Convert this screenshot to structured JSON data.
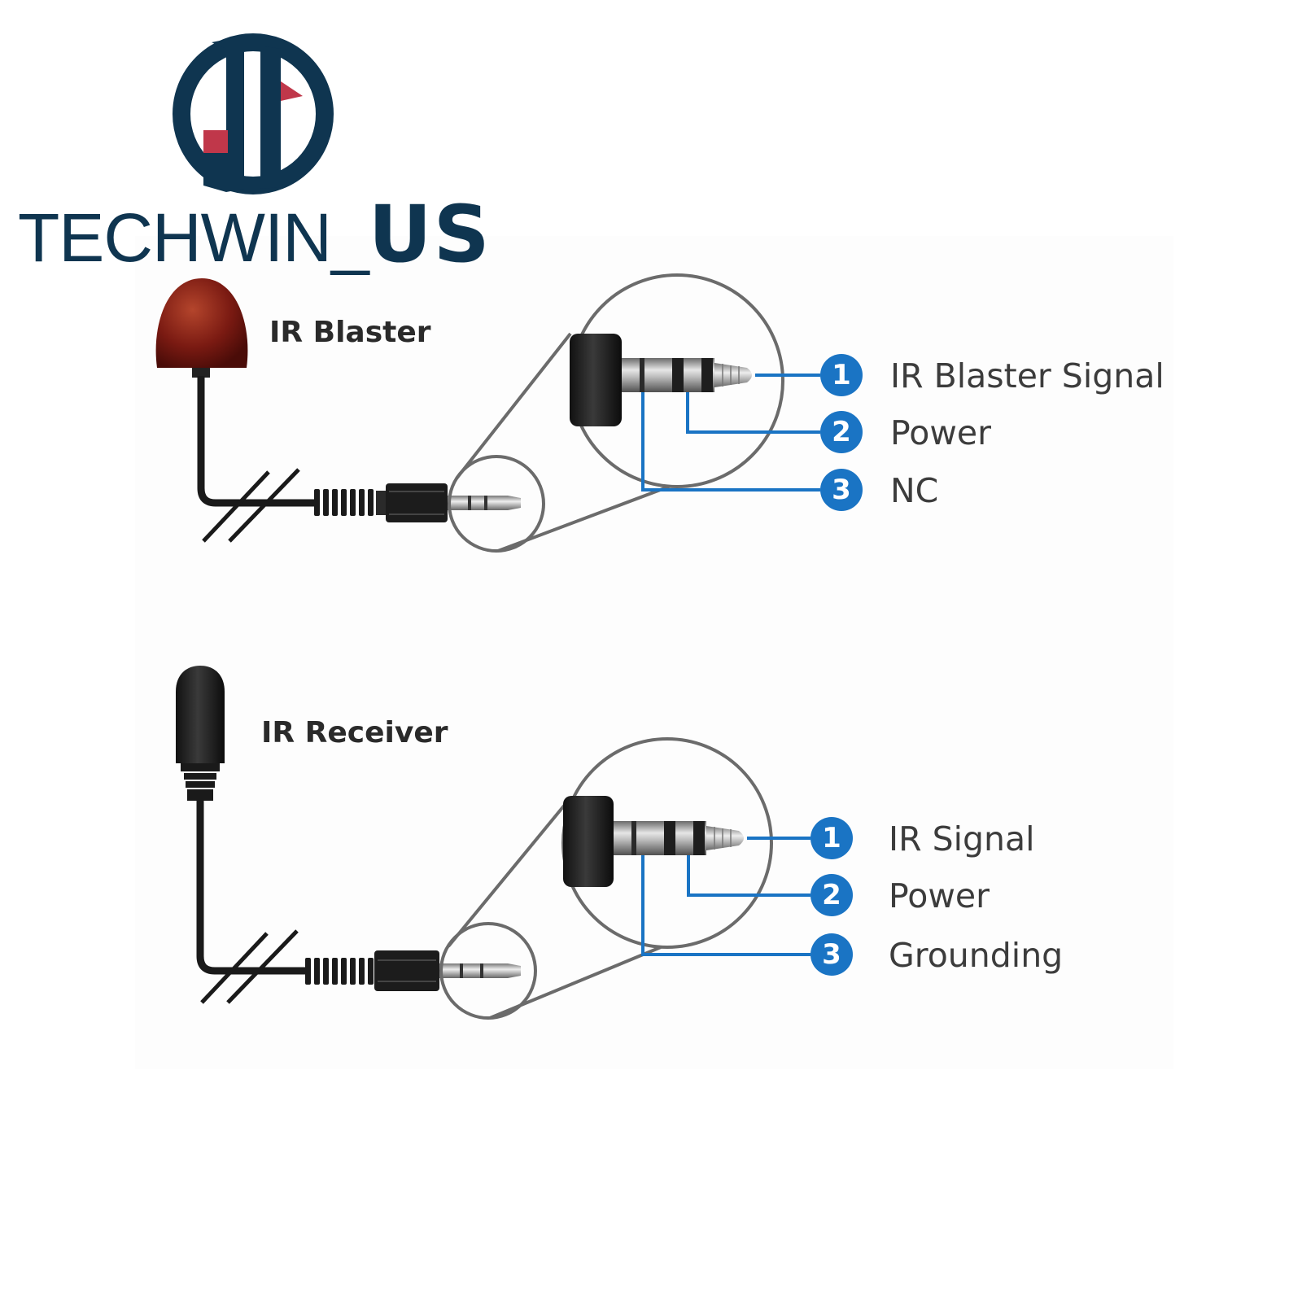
{
  "logo": {
    "text_main": "TECHWIN_",
    "text_accent": "US",
    "primary_color": "#0f3550",
    "accent_color": "#c0374a"
  },
  "blaster": {
    "title": "IR Blaster",
    "bulb_color": "#7a1a12",
    "pins": [
      {
        "number": "1",
        "label": "IR Blaster Signal"
      },
      {
        "number": "2",
        "label": "Power"
      },
      {
        "number": "3",
        "label": "NC"
      }
    ]
  },
  "receiver": {
    "title": "IR Receiver",
    "pins": [
      {
        "number": "1",
        "label": "IR Signal"
      },
      {
        "number": "2",
        "label": "Power"
      },
      {
        "number": "3",
        "label": "Grounding"
      }
    ]
  },
  "colors": {
    "wire_blue": "#1a74c4",
    "badge_blue": "#1a74c4",
    "outline_gray": "#6b6b6b"
  }
}
